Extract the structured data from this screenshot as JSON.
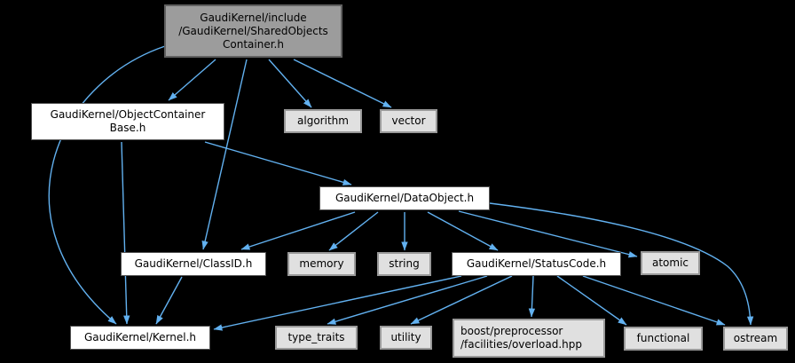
{
  "colors": {
    "background": "#000000",
    "edge": "#62b1f0",
    "node_fill": "#ffffff",
    "node_border": "#525252",
    "leaf_fill": "#e0e0e0",
    "leaf_border": "#999999",
    "root_fill": "#9c9c9c",
    "root_border": "#606060"
  },
  "nodes": {
    "root": {
      "label": "GaudiKernel/include\n/GaudiKernel/SharedObjects\nContainer.h"
    },
    "ocb": {
      "label": "GaudiKernel/ObjectContainer\nBase.h"
    },
    "algorithm": {
      "label": "algorithm"
    },
    "vector": {
      "label": "vector"
    },
    "dataobject": {
      "label": "GaudiKernel/DataObject.h"
    },
    "classid": {
      "label": "GaudiKernel/ClassID.h"
    },
    "memory": {
      "label": "memory"
    },
    "string": {
      "label": "string"
    },
    "statuscode": {
      "label": "GaudiKernel/StatusCode.h"
    },
    "atomic": {
      "label": "atomic"
    },
    "kernel": {
      "label": "GaudiKernel/Kernel.h"
    },
    "type_traits": {
      "label": "type_traits"
    },
    "utility": {
      "label": "utility"
    },
    "boost": {
      "label": "boost/preprocessor\n/facilities/overload.hpp"
    },
    "functional": {
      "label": "functional"
    },
    "ostream": {
      "label": "ostream"
    }
  },
  "edges": [
    {
      "from": "root",
      "to": "ocb"
    },
    {
      "from": "root",
      "to": "classid"
    },
    {
      "from": "root",
      "to": "algorithm"
    },
    {
      "from": "root",
      "to": "vector"
    },
    {
      "from": "root",
      "to": "kernel"
    },
    {
      "from": "ocb",
      "to": "dataobject"
    },
    {
      "from": "ocb",
      "to": "kernel"
    },
    {
      "from": "dataobject",
      "to": "classid"
    },
    {
      "from": "dataobject",
      "to": "memory"
    },
    {
      "from": "dataobject",
      "to": "string"
    },
    {
      "from": "dataobject",
      "to": "statuscode"
    },
    {
      "from": "dataobject",
      "to": "atomic"
    },
    {
      "from": "dataobject",
      "to": "ostream"
    },
    {
      "from": "classid",
      "to": "kernel"
    },
    {
      "from": "statuscode",
      "to": "kernel"
    },
    {
      "from": "statuscode",
      "to": "type_traits"
    },
    {
      "from": "statuscode",
      "to": "utility"
    },
    {
      "from": "statuscode",
      "to": "boost"
    },
    {
      "from": "statuscode",
      "to": "functional"
    },
    {
      "from": "statuscode",
      "to": "ostream"
    }
  ]
}
